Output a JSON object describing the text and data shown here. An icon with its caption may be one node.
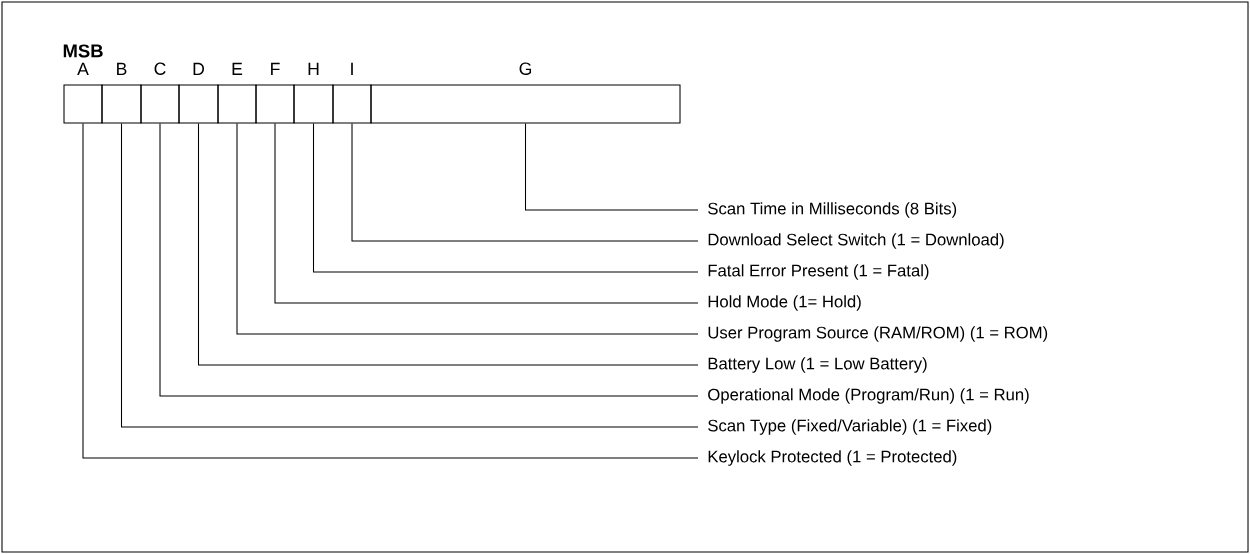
{
  "diagram": {
    "nodes": [
      {
        "text": [
          "A"
        ]
      },
      {
        "text": [
          "B"
        ]
      },
      {
        "text": [
          "C"
        ]
      },
      {
        "text": [
          "D"
        ]
      },
      {
        "text": [
          "E"
        ]
      },
      {
        "text": [
          "F"
        ]
      },
      {
        "text": [
          "H"
        ]
      },
      {
        "text": [
          "I"
        ]
      },
      {
        "text": [
          "G"
        ]
      },
      {
        "text": [
          "Scan Time in Milliseconds (8 Bits)"
        ]
      },
      {
        "text": [
          "Download Select Switch (1 = Download)"
        ]
      },
      {
        "text": [
          "Fatal Error Present (1 = Fatal)"
        ]
      },
      {
        "text": [
          "Hold Mode (1= Hold)"
        ]
      },
      {
        "text": [
          "User Program Source (RAM/ROM) (1 = ROM)"
        ]
      },
      {
        "text": [
          "Battery Low (1 = Low Battery)"
        ]
      },
      {
        "text": [
          "Operational Mode (Program/Run) (1 = Run)"
        ]
      },
      {
        "text": [
          "Scan Type (Fixed/Variable) (1 = Fixed)"
        ]
      },
      {
        "text": [
          "Keylock Protected (1 = Protected)"
        ]
      }
    ],
    "edges": [
      {
        "from": 0,
        "to": 17,
        "arrow": "none"
      },
      {
        "from": 1,
        "to": 16,
        "arrow": "none"
      },
      {
        "from": 2,
        "to": 15,
        "arrow": "none"
      },
      {
        "from": 3,
        "to": 14,
        "arrow": "none"
      },
      {
        "from": 4,
        "to": 13,
        "arrow": "none"
      },
      {
        "from": 5,
        "to": 12,
        "arrow": "none"
      },
      {
        "from": 6,
        "to": 11,
        "arrow": "none"
      },
      {
        "from": 7,
        "to": 10,
        "arrow": "none"
      },
      {
        "from": 8,
        "to": 9,
        "arrow": "none"
      }
    ],
    "labels": [
      "MSB"
    ]
  }
}
